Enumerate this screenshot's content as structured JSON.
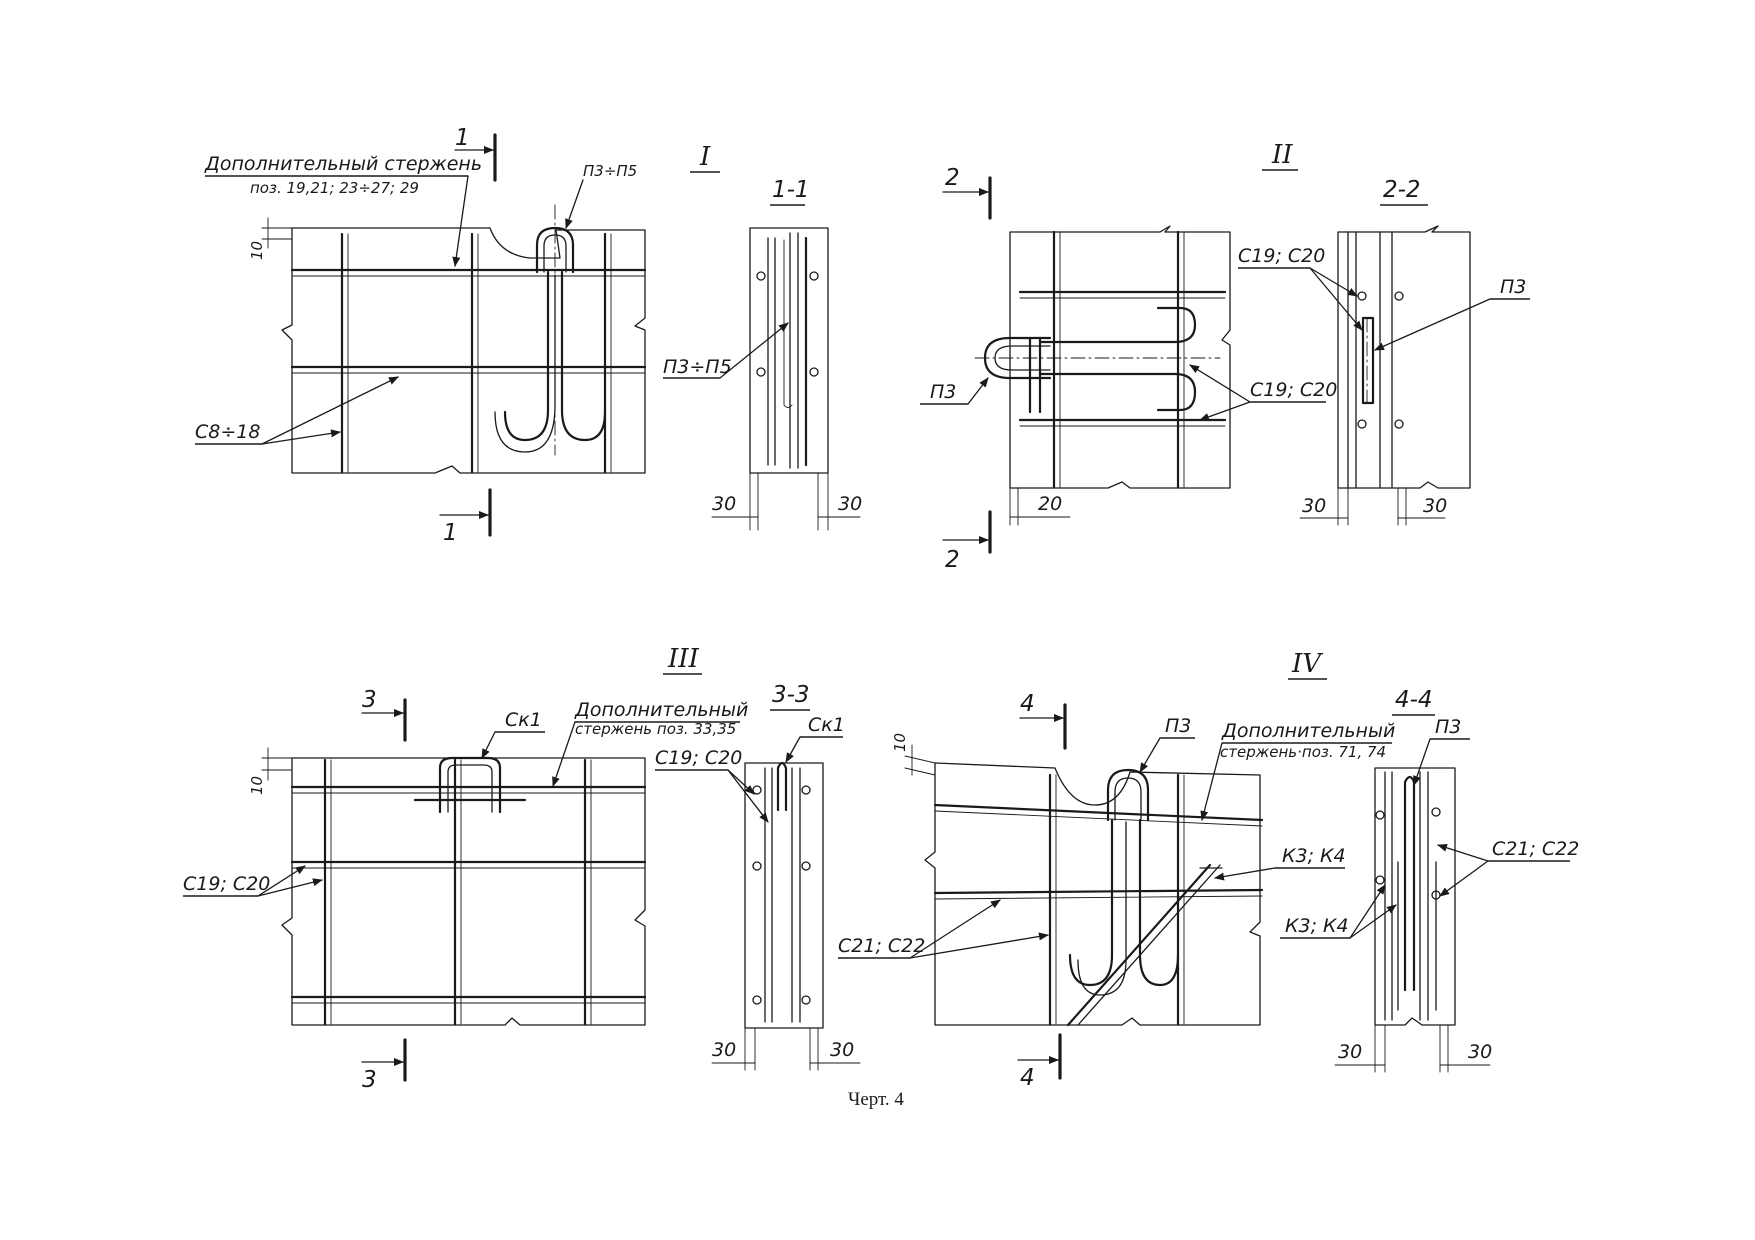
{
  "caption": "Черт. 4",
  "node_I": {
    "numeral": "I",
    "cut_mark": "1",
    "extra_bar_line1": "Дополнительный стержень",
    "extra_bar_line2": "поз. 19,21;  23÷27; 29",
    "loop_label": "П3÷П5",
    "bar_label": "С8÷18",
    "dim_10": "10",
    "section": {
      "title": "1-1",
      "loop_label": "П3÷П5",
      "dim_left": "30",
      "dim_right": "30"
    }
  },
  "node_II": {
    "numeral": "II",
    "cut_mark": "2",
    "loop_label": "П3",
    "bar_label": "С19; С20",
    "dim_20": "20",
    "section": {
      "title": "2-2",
      "bar_label": "С19; С20",
      "loop_label": "П3",
      "dim_left": "30",
      "dim_right": "30"
    }
  },
  "node_III": {
    "numeral": "III",
    "cut_mark": "3",
    "bracket_label": "Ск1",
    "extra_bar_line1": "Дополнительный",
    "extra_bar_line2": "стержень  поз. 33,35",
    "bar_label": "С19; С20",
    "dim_10": "10",
    "section": {
      "title": "3-3",
      "bracket_label": "Ск1",
      "bar_label": "С19; С20",
      "dim_left": "30",
      "dim_right": "30"
    }
  },
  "node_IV": {
    "numeral": "IV",
    "cut_mark": "4",
    "loop_label": "П3",
    "extra_bar_line1": "Дополнительный",
    "extra_bar_line2": "стержень·поз. 71, 74",
    "frame_label": "К3; К4",
    "bar_label": "С21; С22",
    "dim_10": "10",
    "section": {
      "title": "4-4",
      "loop_label": "П3",
      "bar_label": "С21; С22",
      "frame_label": "К3; К4",
      "dim_left": "30",
      "dim_right": "30"
    }
  }
}
